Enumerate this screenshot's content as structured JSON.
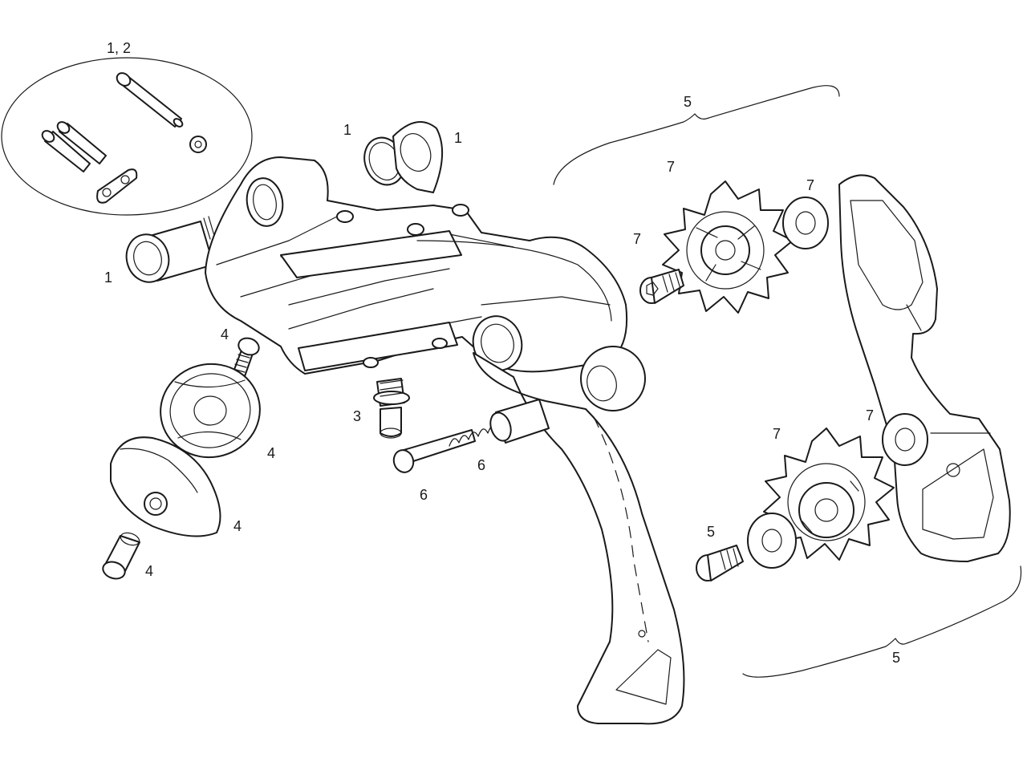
{
  "diagram": {
    "callouts": {
      "pins_group": "1, 2",
      "bushing_upper_left": "1",
      "bushing_upper_right": "1",
      "bushing_left": "1",
      "bolt_top": "4",
      "cap_round": "4",
      "cap_shaped": "4",
      "nut": "4",
      "screw_b": "3",
      "spring_right": "6",
      "spring_left": "6",
      "cage_top": "5",
      "cage_bottom": "5",
      "bolt_lower": "5",
      "pulley_top_left": "7",
      "pulley_top_right": "7",
      "pulley_bolt_top": "7",
      "pulley_bottom_right": "7",
      "pulley_bottom_left": "7"
    }
  }
}
